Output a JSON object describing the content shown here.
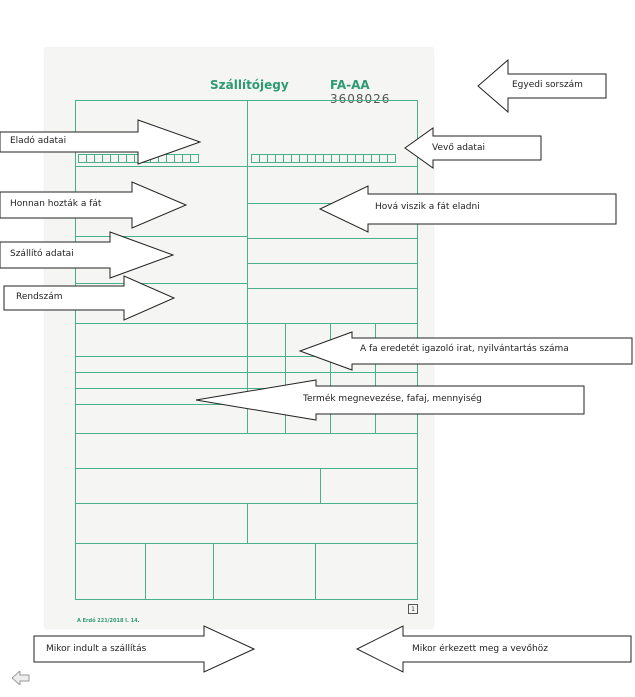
{
  "form": {
    "title": "Szállítójegy",
    "code_prefix": "FA-AA",
    "serial": "3608026",
    "page": "1",
    "footer": "A  Erdő 221/2018 I. 14."
  },
  "annotations": {
    "egyedi_sorszam": "Egyedi sorszám",
    "elado_adatai": "Eladó adatai",
    "vevo_adatai": "Vevő adatai",
    "honnan": "Honnan hozták a fát",
    "hova": "Hová viszik a fát eladni",
    "szallito": "Szállító adatai",
    "rendszam": "Rendszám",
    "eredet": "A fa eredetét igazoló irat, nyilvántartás száma",
    "termek": "Termék megnevezése, fafaj, mennyiség",
    "indult": "Mikor indult a szállítás",
    "erkezett": "Mikor érkezett meg a vevőhöz"
  },
  "icons": {
    "back": "back-arrow-icon"
  }
}
